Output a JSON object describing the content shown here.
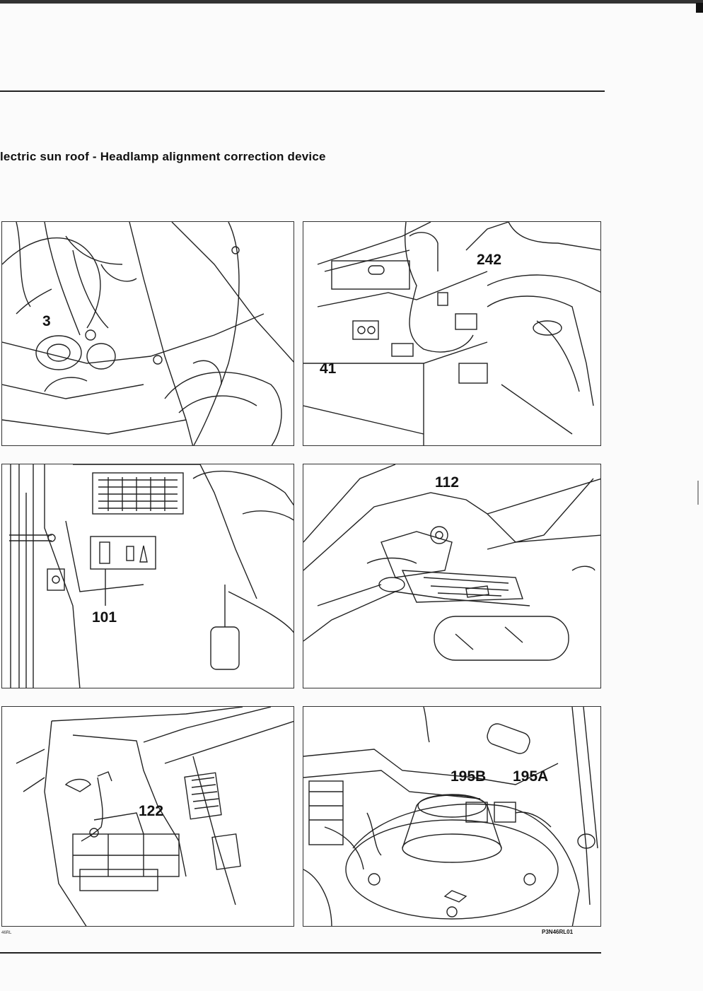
{
  "page": {
    "title": "lectric sun roof - Headlamp alignment correction device",
    "reference_code": "P3N46RL01",
    "margin_note": "46RL"
  },
  "panels": [
    {
      "id": "top-left",
      "callouts": [
        "3"
      ]
    },
    {
      "id": "top-right",
      "callouts": [
        "242",
        "41"
      ]
    },
    {
      "id": "middle-left",
      "callouts": [
        "101"
      ]
    },
    {
      "id": "middle-right",
      "callouts": [
        "112"
      ]
    },
    {
      "id": "bottom-left",
      "callouts": [
        "122"
      ]
    },
    {
      "id": "bottom-right",
      "callouts": [
        "195B",
        "195A"
      ]
    }
  ]
}
